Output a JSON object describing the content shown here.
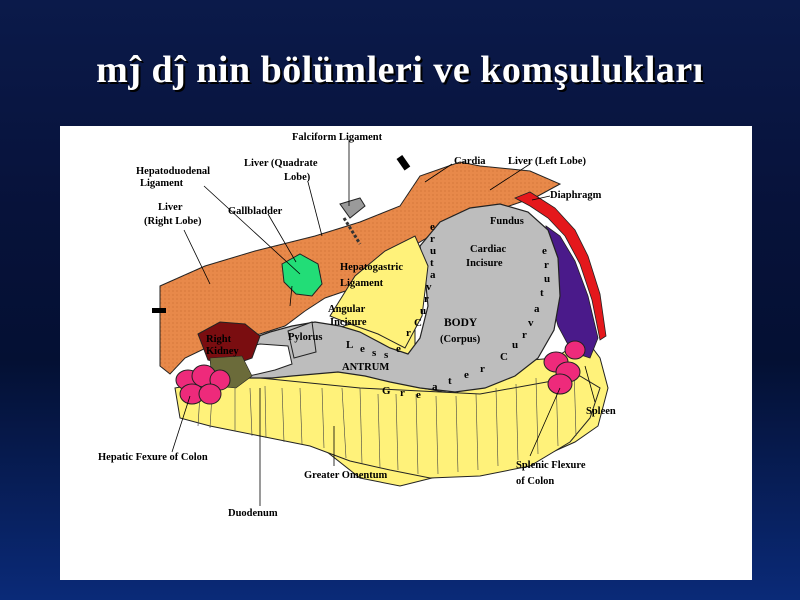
{
  "slide": {
    "title": "mĵ dĵ nin bölümleri ve komşulukları"
  },
  "diagram": {
    "labels": {
      "falciform": "Falciform Ligament",
      "liver_quadrate_1": "Liver (Quadrate",
      "liver_quadrate_2": "Lobe)",
      "cardia": "Cardia",
      "liver_left": "Liver (Left Lobe)",
      "hepatoduodenal_1": "Hepatoduodenal",
      "hepatoduodenal_2": "Ligament",
      "diaphragm": "Diaphragm",
      "liver_right_1": "Liver",
      "liver_right_2": "(Right Lobe)",
      "gallbladder": "Gallbladder",
      "fundus": "Fundus",
      "cardiac_incisure_1": "Cardiac",
      "cardiac_incisure_2": "Incisure",
      "hepatogastric_1": "Hepatogastric",
      "hepatogastric_2": "Ligament",
      "angular_1": "Angular",
      "angular_2": "Incisure",
      "body_1": "BODY",
      "body_2": "(Corpus)",
      "right_kidney_1": "Right",
      "right_kidney_2": "Kidney",
      "pylorus": "Pylorus",
      "antrum": "ANTRUM",
      "spleen": "Spleen",
      "hepatic_flexure": "Hepatic Fexure of Colon",
      "greater_omentum": "Greater Omentum",
      "splenic_flexure_1": "Splenic Flexure",
      "splenic_flexure_2": "of Colon",
      "duodenum": "Duodenum"
    },
    "curvature_letters": {
      "lesser_vertical": [
        "e",
        "r",
        "u",
        "t",
        "a",
        "v",
        "r",
        "u",
        "C"
      ],
      "lesser_horizontal": [
        "L",
        "e",
        "s",
        "s",
        "e",
        "r"
      ],
      "greater_vertical": [
        "e",
        "r",
        "u",
        "t",
        "a",
        "v",
        "r",
        "u",
        "C"
      ],
      "greater_horizontal": [
        "G",
        "r",
        "e",
        "a",
        "t",
        "e",
        "r"
      ]
    },
    "colors": {
      "liver": "#e8894a",
      "stomach": "#bdbdbd",
      "omentum": "#fff27a",
      "gallbladder": "#22dd77",
      "kidney": "#7a0d10",
      "colon": "#ee2a7b",
      "spleen": "#4a1a8a",
      "diaphragm": "#e4181c",
      "duodenum": "#ffffff"
    }
  }
}
